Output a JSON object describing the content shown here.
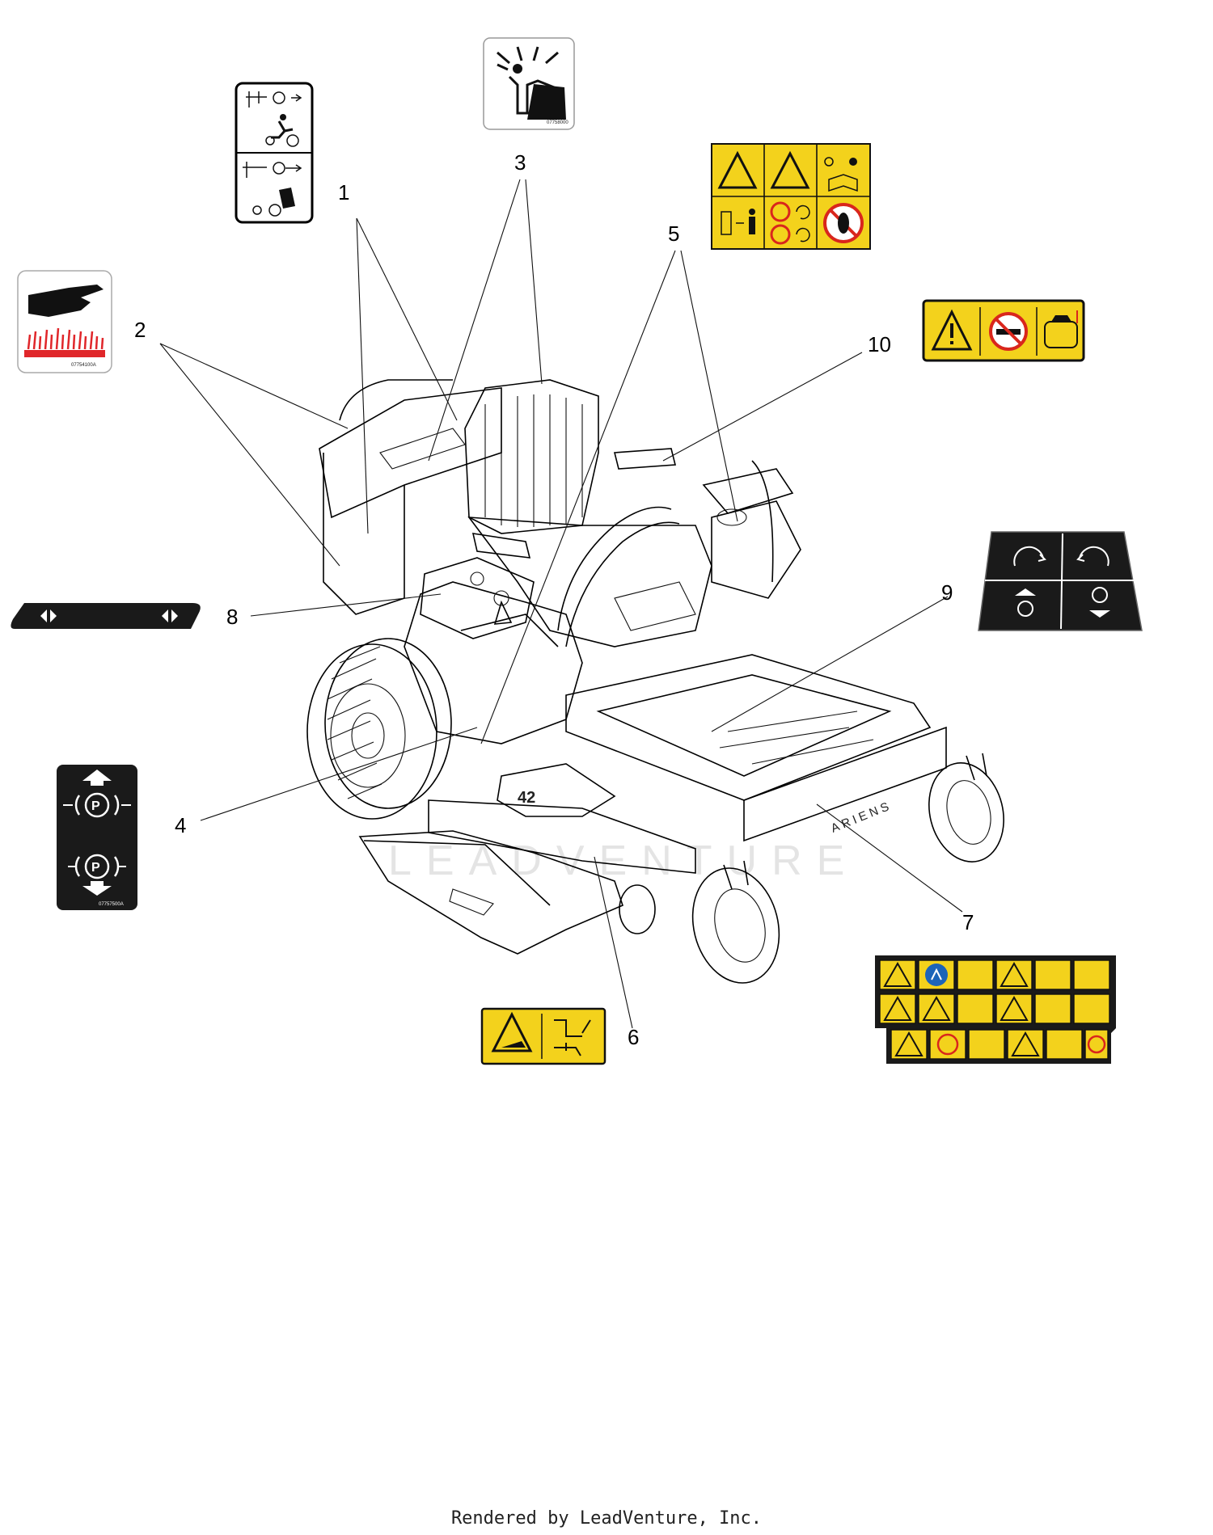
{
  "callouts": [
    "1",
    "2",
    "3",
    "4",
    "5",
    "6",
    "7",
    "8",
    "9",
    "10"
  ],
  "decal_codes": {
    "hot_surface": "07754100A",
    "parking_brake": "07757500A",
    "roll_over": "07758000"
  },
  "deck_size": "42",
  "brand": "ARIENS",
  "watermark": "LEADVENTURE",
  "footer": "Rendered by LeadVenture, Inc.",
  "colors": {
    "decal_yellow": "#f3d21c",
    "hot_red": "#e0262a",
    "prohibit_red": "#d9261c",
    "info_blue": "#1c64b8",
    "black_decal": "#1a1a1a"
  },
  "icons": [
    "hand-icon",
    "heat-icon",
    "parking-brake-icon",
    "warning-triangle-icon",
    "no-smoking-icon",
    "fuel-tank-icon",
    "neutral-icon",
    "operator-icon",
    "read-manual-icon"
  ]
}
